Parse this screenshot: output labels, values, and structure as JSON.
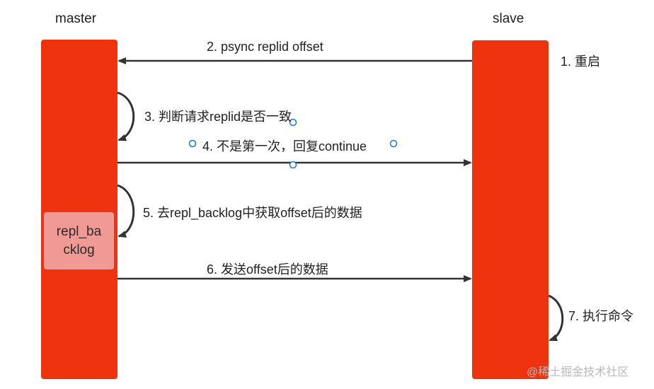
{
  "actors": {
    "master": "master",
    "slave": "slave"
  },
  "note": {
    "master_box": "repl_ba\ncklog"
  },
  "steps": [
    {
      "label": "1. 重启"
    },
    {
      "label": "2. psync replid offset"
    },
    {
      "label": "3. 判断请求replid是否一致"
    },
    {
      "label": "4. 不是第一次，回复continue"
    },
    {
      "label": "5. 去repl_backlog中获取offset后的数据"
    },
    {
      "label": "6. 发送offset后的数据"
    },
    {
      "label": "7. 执行命令"
    }
  ],
  "watermark": "@稀土掘金技术社区",
  "colors": {
    "lifeline": "#f0330f",
    "note_box": "#f19a95",
    "arrow": "#333333",
    "handle": "#1a73e8"
  }
}
